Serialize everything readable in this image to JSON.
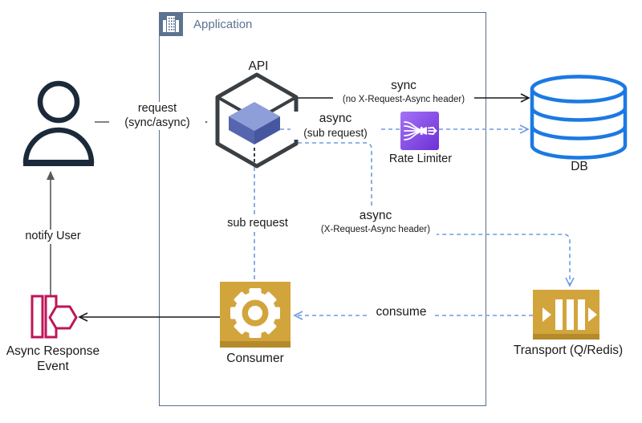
{
  "app_boundary": {
    "title": "Application"
  },
  "nodes": {
    "api": {
      "label": "API"
    },
    "rate_limiter": {
      "label": "Rate Limiter"
    },
    "db": {
      "label": "DB"
    },
    "consumer": {
      "label": "Consumer"
    },
    "transport": {
      "label": "Transport (Q/Redis)"
    },
    "async_response_event": {
      "label_line1": "Async Response",
      "label_line2": "Event"
    }
  },
  "edges": {
    "request": {
      "label": "request",
      "sublabel": "(sync/async)"
    },
    "sync": {
      "label": "sync",
      "sublabel": "(no X-Request-Async header)"
    },
    "async_sub_request": {
      "label": "async",
      "sublabel": "(sub request)"
    },
    "sub_request": {
      "label": "sub request"
    },
    "async_header": {
      "label": "async",
      "sublabel": "(X-Request-Async header)"
    },
    "consume": {
      "label": "consume"
    },
    "notify_user": {
      "label": "notify User"
    }
  },
  "colors": {
    "app_border": "#56708c",
    "app_header": "#5b7391",
    "dashed_async_blue": "#6e9be0",
    "solid_edge_black": "#1a1a1a",
    "gray_edge": "#595959",
    "db_blue": "#1c79e3",
    "gold": "#d2a43c",
    "gold_dark": "#b58a2b",
    "purple_gradient_top": "#a472f7",
    "purple_gradient_bottom": "#6c30d6",
    "event_red": "#bf1558",
    "icon_outline_dark": "#3a3f44",
    "user_navy": "#1b2a3a",
    "cube_blue_top": "#8e9ed8",
    "cube_blue_left": "#5566ae",
    "cube_blue_right": "#47579f"
  }
}
